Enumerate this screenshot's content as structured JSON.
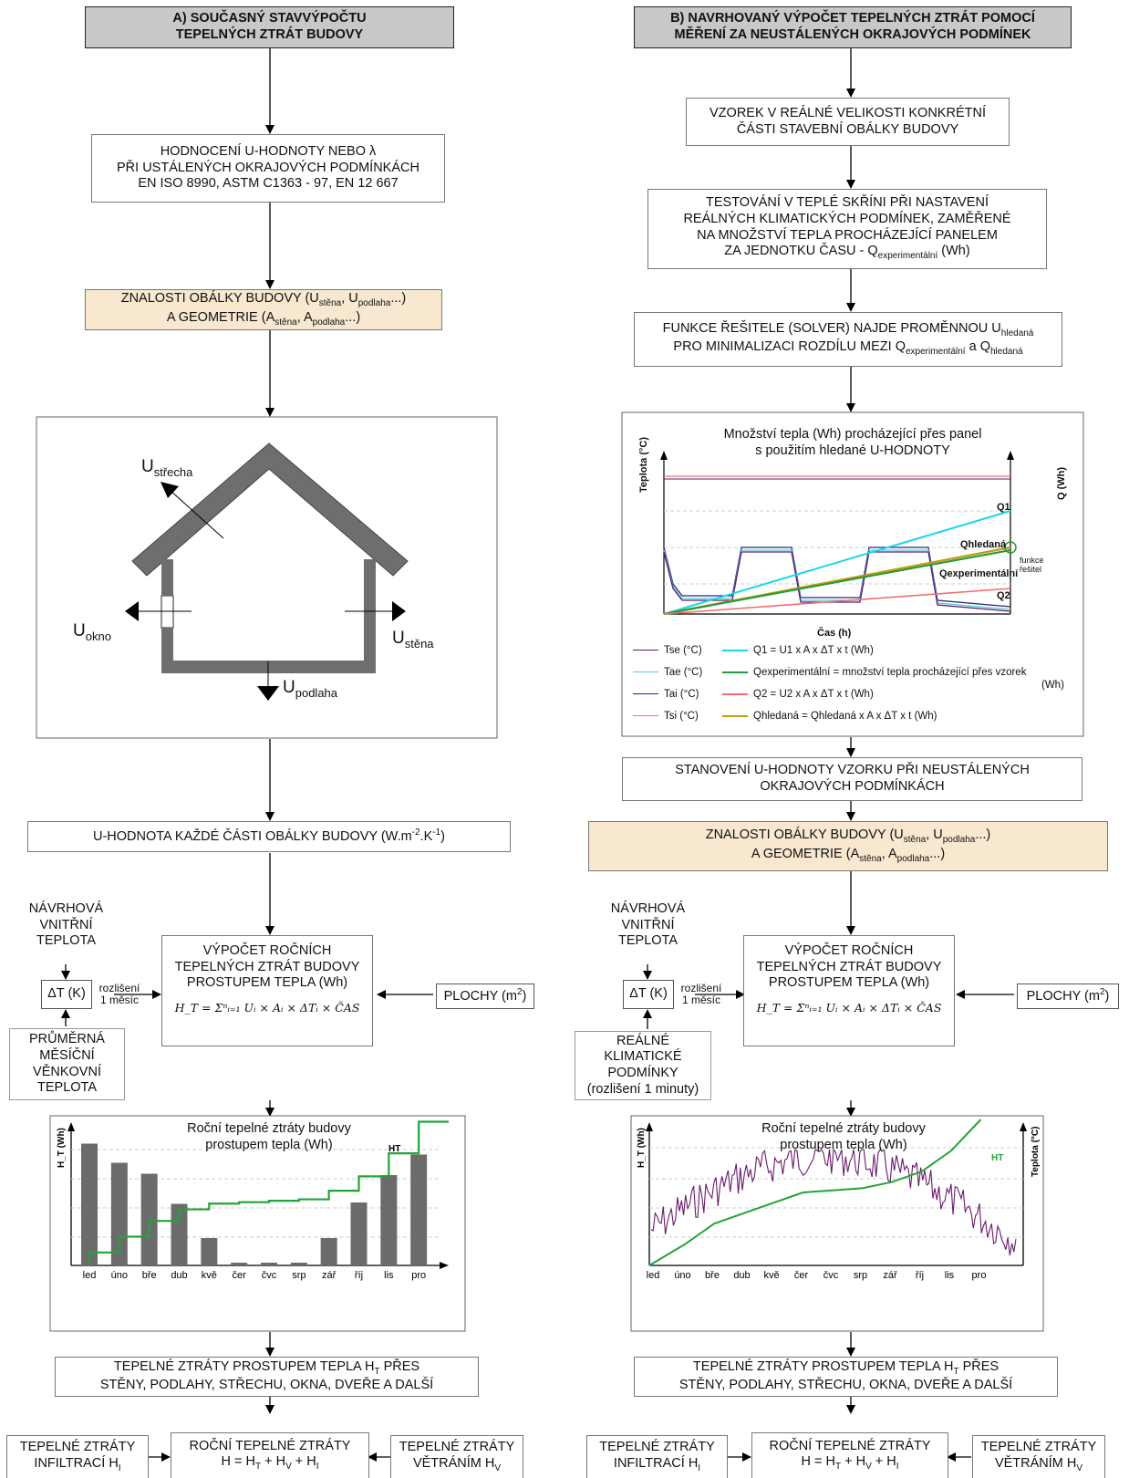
{
  "left": {
    "title_l1": "A) SOUČASNÝ STAVVÝPOČTU",
    "title_l2": "TEPELNÝCH ZTRÁT BUDOVY",
    "eval_l1": "HODNOCENÍ U-HODNOTY NEBO λ",
    "eval_l2": "PŘI USTÁLENÝCH  OKRAJOVÝCH PODMÍNKÁCH",
    "eval_l3": "EN ISO 8990, ASTM C1363 - 97, EN 12 667",
    "know_l1": "ZNALOSTI OBÁLKY BUDOVY (U",
    "know_s1": "stěna",
    "know_m1": ", U",
    "know_s2": "podlaha",
    "know_e1": "...)",
    "know_l2": "A GEOMETRIE (A",
    "know_s3": "stěna",
    "know_m2": ", A",
    "know_s4": "podlaha",
    "know_e2": "...)",
    "house_roof_U": "U",
    "house_roof_sub": "střecha",
    "house_window_U": "U",
    "house_window_sub": "okno",
    "house_wall_U": "U",
    "house_wall_sub": "stěna",
    "house_floor_U": "U",
    "house_floor_sub": "podlaha",
    "uval_text": "U-HODNOTA KAŽDÉ ČÁSTI OBÁLKY BUDOVY (W.m",
    "uval_sup1": "-2",
    "uval_mid": ".K",
    "uval_sup2": "-1",
    "uval_end": ")",
    "design_l1": "NÁVRHOVÁ",
    "design_l2": "VNITŘNÍ",
    "design_l3": "TEPLOTA",
    "dt_label": "ΔT (K)",
    "res_l1": "rozlišení",
    "res_l2": "1 měsíc",
    "avg_l1": "PRŮMĚRNÁ",
    "avg_l2": "MĚSÍČNÍ",
    "avg_l3": "VĚNKOVNÍ",
    "avg_l4": "TEPLOTA",
    "calc_l1": "VÝPOČET ROČNÍCH",
    "calc_l2": "TEPELNÝCH ZTRÁT BUDOVY",
    "calc_l3": "PROSTUPEM TEPLA (Wh)",
    "formula": "H_T = Σⁿᵢ₌₁ Uᵢ × Aᵢ × ΔTᵢ × ČAS",
    "areas": "PLOCHY (m",
    "areas_sup": "2",
    "areas_end": ")",
    "loss_l1": "TEPELNÉ ZTRÁTY PROSTUPEM TEPLA H",
    "loss_sub": "T",
    "loss_l1e": " PŘES",
    "loss_l2": "STĚNY, PODLAHY, STŘECHU, OKNA, DVEŘE A DALŠÍ",
    "inf_l1": "TEPELNÉ ZTRÁTY",
    "inf_l2": "INFILTRACÍ H",
    "inf_sub": "I",
    "annual_l1": "ROČNÍ TEPELNÉ ZTRÁTY",
    "annual_l2": "H = H",
    "annual_s1": "T",
    "annual_m1": " + H",
    "annual_s2": "V",
    "annual_m2": " + H",
    "annual_s3": "I",
    "vent_l1": "TEPELNÉ ZTRÁTY",
    "vent_l2": "VĚTRÁNÍM H",
    "vent_sub": "V"
  },
  "right": {
    "title_l1": "B) NAVRHOVANÝ VÝPOČET TEPELNÝCH ZTRÁT POMOCÍ",
    "title_l2": "MĚŘENÍ ZA NEUSTÁLENÝCH OKRAJOVÝCH PODMÍNEK",
    "sample_l1": "VZOREK V REÁLNÉ VELIKOSTI KONKRÉTNÍ",
    "sample_l2": "ČÁSTI STAVEBNÍ OBÁLKY BUDOVY",
    "test_l1": "TESTOVÁNÍ V TEPLÉ SKŘÍNI PŘI NASTAVENÍ",
    "test_l2": "REÁLNÝCH KLIMATICKÝCH PODMÍNEK, ZAMĚŘENÉ",
    "test_l3": "NA MNOŽSTVÍ TEPLA PROCHÁZEJÍCÍ PANELEM",
    "test_l4": "ZA JEDNOTKU ČASU - Q",
    "test_sub": "experimentální",
    "test_end": " (Wh)",
    "solver_l1": "FUNKCE ŘEŠITELE (SOLVER) NAJDE PROMĚNNOU U",
    "solver_sub1": "hledaná",
    "solver_l2": "PRO MINIMALIZACI ROZDÍLU MEZI Q",
    "solver_sub2": "experimentální",
    "solver_m2": " a Q",
    "solver_sub3": "hledaná",
    "chart_title_l1": "Množství tepla (Wh) procházející přes panel",
    "chart_title_l2": "s použitím hledané U-HODNOTY",
    "ylabel_left": "Teplota (°C)",
    "ylabel_right": "Q (Wh)",
    "xlabel": "Čas (h)",
    "lab_q1": "Q1",
    "lab_qh": "Qhledaná",
    "lab_qe": "Qexperimentální",
    "lab_q2": "Q2",
    "lab_fn_l1": "funkce",
    "lab_fn_l2": "řešitel",
    "legend": [
      {
        "name": "Tse (°C)",
        "color": "#5a1a6e"
      },
      {
        "name": "Tae (°C)",
        "color": "#5ec8d8"
      },
      {
        "name": "Tai (°C)",
        "color": "#1a2a7a"
      },
      {
        "name": "Tsi (°C)",
        "color": "#ef6f6f"
      }
    ],
    "legend_r": [
      {
        "name": "Q1 = U1 x A x ΔT x t (Wh)",
        "color": "#19d6ea"
      },
      {
        "name": "Qexperimentální = množství tepla procházející přes vzorek",
        "cont": "(Wh)",
        "color": "#1e9b3a"
      },
      {
        "name": "Q2 = U2 x A x ΔT x t (Wh)",
        "color": "#ef6f6f"
      },
      {
        "name": "Qhledaná = Qhledaná x A x ΔT x t (Wh)",
        "color": "#c39a12"
      }
    ],
    "determ_l1": "STANOVENÍ U-HODNOTY VZORKU PŘI NEUSTÁLENÝCH",
    "determ_l2": "OKRAJOVÝCH PODMÍNKÁCH",
    "real_l1": "REÁLNÉ",
    "real_l2": "KLIMATICKÉ",
    "real_l3": "PODMÍNKY",
    "real_l4": "(rozlišení 1 minuty)"
  },
  "bar_chart": {
    "title_l1": "Roční tepelné ztráty budovy",
    "title_l2": "prostupem tepla (Wh)",
    "ylabel": "H_T (Wh)",
    "series_label": "HT",
    "months": [
      "led",
      "úno",
      "bře",
      "dub",
      "kvě",
      "čer",
      "čvc",
      "srp",
      "zář",
      "říj",
      "lis",
      "pro"
    ],
    "bar_color": "#6b6b6b",
    "line_color": "#22a33a"
  },
  "chart_data": [
    {
      "type": "line",
      "title": "Množství tepla (Wh) procházející přes panel s použitím hledané U-HODNOTY",
      "xlabel": "Čas (h)",
      "ylabel": "Teplota (°C)",
      "y2label": "Q (Wh)",
      "series": [
        {
          "name": "Q1",
          "values": [
            0,
            1
          ]
        },
        {
          "name": "Qhledaná",
          "values": [
            0,
            0.62
          ]
        },
        {
          "name": "Qexperimentální",
          "values": [
            0,
            0.6
          ]
        },
        {
          "name": "Q2",
          "values": [
            0,
            0.3
          ]
        }
      ]
    },
    {
      "type": "bar",
      "title": "Roční tepelné ztráty budovy prostupem tepla (Wh)",
      "categories": [
        "led",
        "úno",
        "bře",
        "dub",
        "kvě",
        "čer",
        "čvc",
        "srp",
        "zář",
        "říj",
        "lis",
        "pro"
      ],
      "values": [
        89,
        75,
        67,
        45,
        20,
        2,
        2,
        2,
        20,
        46,
        66,
        81
      ],
      "series": [
        {
          "name": "HT",
          "values": [
            9,
            20,
            31,
            39,
            43,
            44,
            45,
            46,
            52,
            62,
            78,
            100
          ]
        }
      ]
    },
    {
      "type": "line",
      "title": "Roční tepelné ztráty budovy prostupem tepla (Wh)",
      "categories": [
        "led",
        "úno",
        "bře",
        "dub",
        "kvě",
        "čer",
        "čvc",
        "srp",
        "zář",
        "říj",
        "lis",
        "pro"
      ],
      "ylabel": "H_T (Wh)",
      "y2label": "Teplota (°C)",
      "series": [
        {
          "name": "HT",
          "values": [
            0,
            10,
            20,
            25,
            30,
            35,
            36,
            37,
            40,
            45,
            55,
            70
          ]
        }
      ]
    }
  ]
}
